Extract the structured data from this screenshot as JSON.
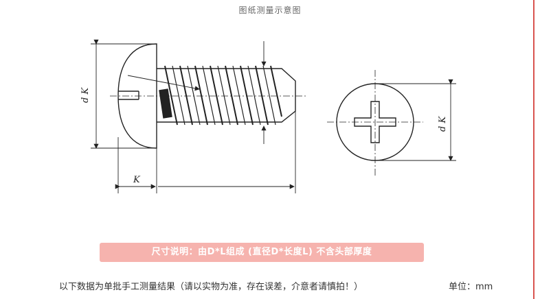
{
  "header": {
    "title": "图纸测量示意图"
  },
  "drawing": {
    "side_view": {
      "dk_label": "d K",
      "k_label": "K"
    },
    "head_view": {
      "dk_label": "d K"
    }
  },
  "banner": {
    "text": "尺寸说明：由D*L组成 (直径D*长度L)   不含头部厚度"
  },
  "footer": {
    "note": "以下数据为单批手工测量结果（请以实物为准，存在误差，介意者请慎拍！）",
    "unit": "单位：mm"
  },
  "colors": {
    "banner_bg": "#f6b3ae",
    "accent": "#d9534f",
    "line": "#222222"
  }
}
